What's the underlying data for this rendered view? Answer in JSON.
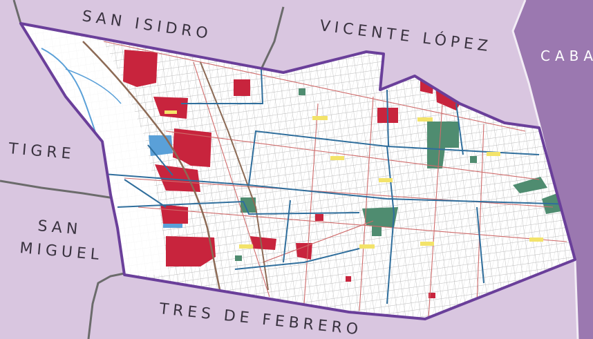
{
  "map": {
    "neighbors": {
      "san_isidro": "SAN ISIDRO",
      "vicente_lopez": "VICENTE LÓPEZ",
      "caba": "CABA",
      "tigre": "TIGRE",
      "san_miguel_line1": "SAN",
      "san_miguel_line2": "MIGUEL",
      "tres_de_febrero": "TRES DE FEBRERO"
    },
    "colors": {
      "background_region": "#d9c6e0",
      "caba_region": "#9b78b0",
      "district_boundary": "#6a3f9a",
      "neighbor_boundary": "#6b6b6b",
      "streets": "#b9b9b9",
      "main_roads": "#cf6b6b",
      "division_lines": "#2f6e9c",
      "urban_zones": "#c8243d",
      "green_areas": "#4f8c70",
      "water": "#5aa0d8",
      "rail": "#8c6a55"
    }
  }
}
